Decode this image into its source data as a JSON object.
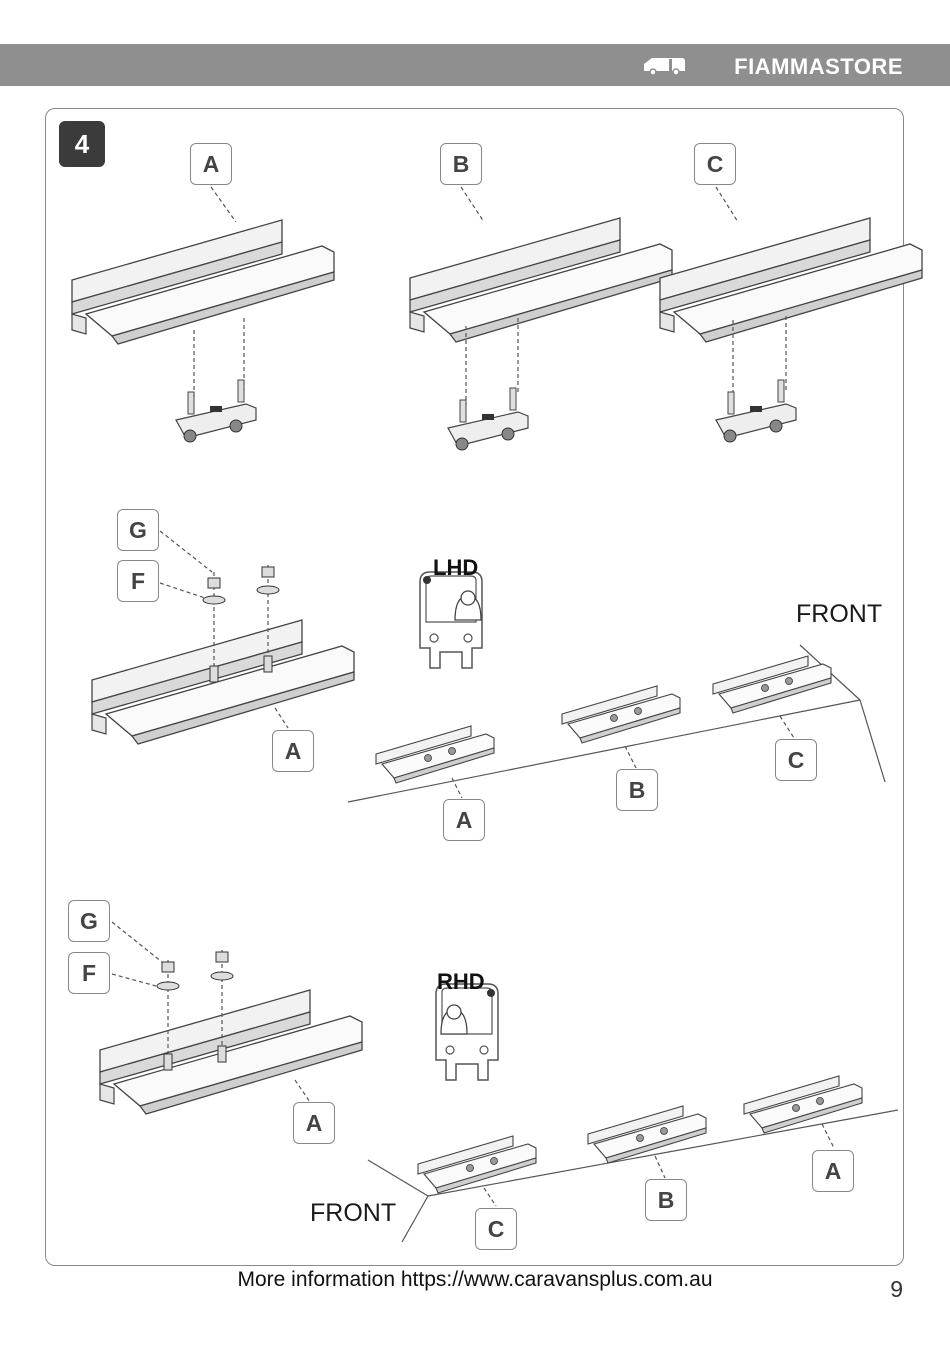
{
  "header": {
    "brand": "FIAMMASTORE",
    "icon": "campervan-icon"
  },
  "step": {
    "number": "4"
  },
  "top_row": {
    "labels": [
      "A",
      "B",
      "C"
    ]
  },
  "lhd": {
    "badge": "LHD",
    "part_labels": {
      "nut": "G",
      "washer": "F",
      "rail": "A"
    },
    "layout_labels": [
      "A",
      "B",
      "C"
    ],
    "front_label": "FRONT"
  },
  "rhd": {
    "badge": "RHD",
    "part_labels": {
      "nut": "G",
      "washer": "F",
      "rail": "A"
    },
    "layout_labels": [
      "C",
      "B",
      "A"
    ],
    "front_label": "FRONT"
  },
  "footer": {
    "text": "More information https://www.caravansplus.com.au",
    "page_number": "9"
  }
}
